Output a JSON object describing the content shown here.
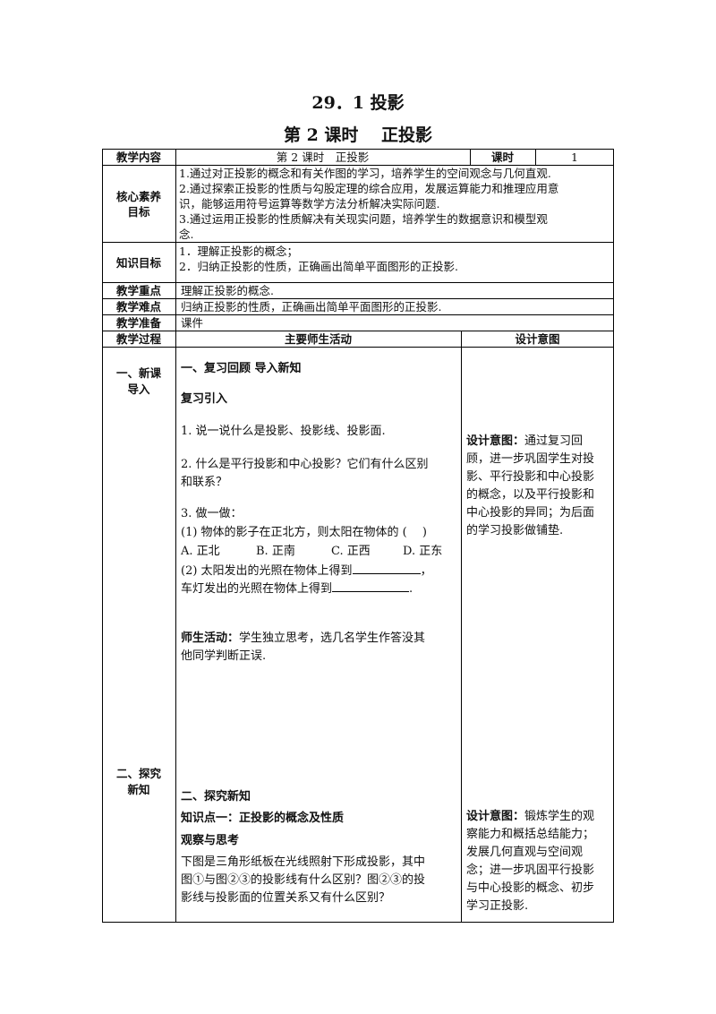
{
  "title": "29．1 投影",
  "subtitle": "第 2 课时　 正投影",
  "header": {
    "content_label": "教学内容",
    "content_value": "第 2 课时　正投影",
    "period_label": "课时",
    "period_value": "1"
  },
  "core": {
    "label_line1": "核心素养",
    "label_line2": "目标",
    "items": [
      "1.通过对正投影的概念和有关作图的学习，培养学生的空间观念与几何直观.",
      "2.通过探索正投影的性质与勾股定理的综合应用，发展运算能力和推理应用意",
      "识，能够运用符号运算等数学方法分析解决实际问题.",
      "3.通过运用正投影的性质解决有关现实问题，培养学生的数据意识和模型观",
      "念."
    ]
  },
  "knowledge": {
    "label": "知识目标",
    "items": [
      "1．理解正投影的概念；",
      "2．归纳正投影的性质，正确画出简单平面图形的正投影."
    ]
  },
  "key_point": {
    "label": "教学重点",
    "value": "理解正投影的概念."
  },
  "difficulty": {
    "label": "教学难点",
    "value": "归纳正投影的性质，正确画出简单平面图形的正投影."
  },
  "preparation": {
    "label": "教学准备",
    "value": "课件"
  },
  "process": {
    "label": "教学过程",
    "col_activity": "主要师生活动",
    "col_intent": "设计意图"
  },
  "stage1": {
    "label_line1": "一、新课",
    "label_line2": "导入",
    "heading": "一、复习回顾  导入新知",
    "sub": "复习引入",
    "q1": "1. 说一说什么是投影、投影线、投影面.",
    "q2_line1": "2. 什么是平行投影和中心投影？它们有什么区别",
    "q2_line2": "和联系？",
    "q3": "3. 做一做：",
    "q3a": "(1) 物体的影子在正北方，则太阳在物体的 (　 )",
    "options": [
      "A. 正北",
      "B. 正南",
      "C. 正西",
      "D. 正东"
    ],
    "q3b_part1": "(2) 太阳发出的光照在物体上得到",
    "q3b_part2": "，",
    "q3c_part1": "车灯发出的光照在物体上得到",
    "q3c_part2": ".",
    "activity_label": "师生活动：",
    "activity_text1": "学生独立思考，选几名学生作答没其",
    "activity_text2": "他同学判断正误.",
    "intent_label": "设计意图：",
    "intent_lines": [
      "通过复习回",
      "顾，进一步巩固学生对投",
      "影、平行投影和中心投影",
      "的概念，以及平行投影和",
      "中心投影的异同；为后面",
      "的学习投影做铺垫."
    ]
  },
  "stage2": {
    "label_line1": "二、探究",
    "label_line2": "新知",
    "heading": "二、探究新知",
    "point1": "知识点一：正投影的概念及性质",
    "observe": "观察与思考",
    "text_lines": [
      "下图是三角形纸板在光线照射下形成投影，其中",
      "图①与图②③的投影线有什么区别？图②③的投",
      "影线与投影面的位置关系又有什么区别？"
    ],
    "intent_label": "设计意图：",
    "intent_lines": [
      "锻炼学生的观",
      "察能力和概括总结能力；",
      "发展几何直观与空间观",
      "念；进一步巩固平行投影",
      "与中心投影的概念、初步",
      "学习正投影."
    ]
  }
}
